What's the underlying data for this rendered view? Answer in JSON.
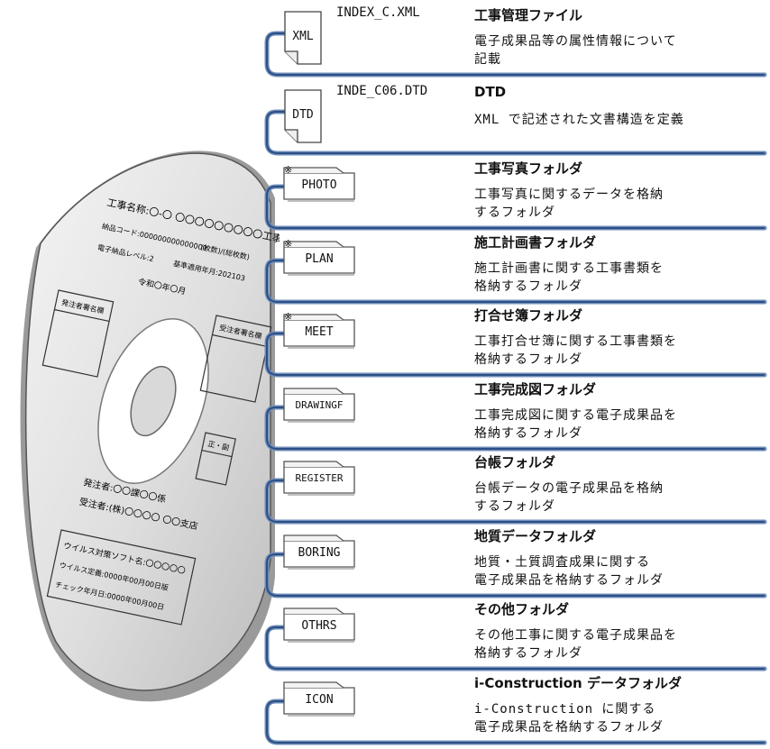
{
  "disc": {
    "line1": "工事名称:〇-〇 〇〇〇〇〇〇〇〇〇工事",
    "line2a": "納品コード:000000000000000",
    "line2b": "(枚数)/(総枚数)",
    "line3a": "電子納品レベル:2",
    "line3b": "基準適用年月:202103",
    "line4": "令和〇年〇月",
    "box_client": "発注者署名欄",
    "box_contractor": "受注者署名欄",
    "box_copy": "正・副",
    "client_org": "発注者:〇〇課〇〇係",
    "contractor_org": "受注者:(株)〇〇〇〇 〇〇支店",
    "virus1": "ウイルス対策ソフト名:〇〇〇〇〇",
    "virus2": "ウイルス定義:0000年00月00日版",
    "virus3": "チェック年月日:0000年00月00日"
  },
  "entries": [
    {
      "kind": "file",
      "icon": "XML",
      "filename": "INDEX_C.XML",
      "title": "工事管理ファイル",
      "desc": [
        "電子成果品等の属性情報について",
        "記載"
      ]
    },
    {
      "kind": "file",
      "icon": "DTD",
      "filename": "INDE_C06.DTD",
      "title": "DTD",
      "desc": [
        "XML で記述された文書構造を定義"
      ]
    },
    {
      "kind": "folder",
      "icon": "PHOTO",
      "mark": "※",
      "title": "工事写真フォルダ",
      "desc": [
        "工事写真に関するデータを格納",
        "するフォルダ"
      ]
    },
    {
      "kind": "folder",
      "icon": "PLAN",
      "mark": "※",
      "title": "施工計画書フォルダ",
      "desc": [
        "施工計画書に関する工事書類を",
        "格納するフォルダ"
      ]
    },
    {
      "kind": "folder",
      "icon": "MEET",
      "mark": "※",
      "title": "打合せ簿フォルダ",
      "desc": [
        "工事打合せ簿に関する工事書類を",
        "格納するフォルダ"
      ]
    },
    {
      "kind": "folder",
      "icon": "DRAWINGF",
      "title": "工事完成図フォルダ",
      "desc": [
        "工事完成図に関する電子成果品を",
        "格納するフォルダ"
      ]
    },
    {
      "kind": "folder",
      "icon": "REGISTER",
      "title": "台帳フォルダ",
      "desc": [
        "台帳データの電子成果品を格納",
        "するフォルダ"
      ]
    },
    {
      "kind": "folder",
      "icon": "BORING",
      "title": "地質データフォルダ",
      "desc": [
        "地質・土質調査成果に関する",
        "電子成果品を格納するフォルダ"
      ]
    },
    {
      "kind": "folder",
      "icon": "OTHRS",
      "title": "その他フォルダ",
      "desc": [
        "その他工事に関する電子成果品を",
        "格納するフォルダ"
      ]
    },
    {
      "kind": "folder",
      "icon": "ICON",
      "title": "i-Construction データフォルダ",
      "desc": [
        "i-Construction に関する",
        "電子成果品を格納するフォルダ"
      ]
    }
  ]
}
